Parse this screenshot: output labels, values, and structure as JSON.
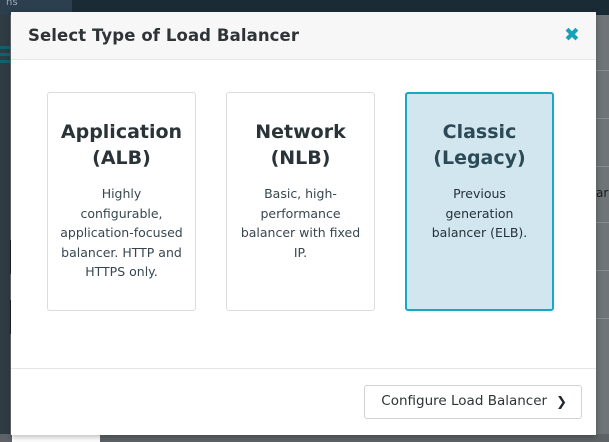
{
  "background": {
    "topbar_tab_label": "ns",
    "right_edge_text": "ar"
  },
  "modal": {
    "title": "Select Type of Load Balancer",
    "close_icon": "close-icon",
    "close_glyph": "✖",
    "accent_color": "#17a2b8",
    "selected_border_color": "#16a9c4",
    "selected_fill_color": "#d2e6ef",
    "cards": [
      {
        "id": "application-alb",
        "title_line1": "Application",
        "title_line2": "(ALB)",
        "description": "Highly configurable, application-focused balancer. HTTP and HTTPS only.",
        "selected": false
      },
      {
        "id": "network-nlb",
        "title_line1": "Network",
        "title_line2": "(NLB)",
        "description": "Basic, high-performance balancer with fixed IP.",
        "selected": false
      },
      {
        "id": "classic-legacy",
        "title_line1": "Classic",
        "title_line2": "(Legacy)",
        "description": "Previous generation balancer (ELB).",
        "selected": true
      }
    ],
    "footer": {
      "configure_label": "Configure Load Balancer",
      "configure_chevron": "❯"
    }
  }
}
